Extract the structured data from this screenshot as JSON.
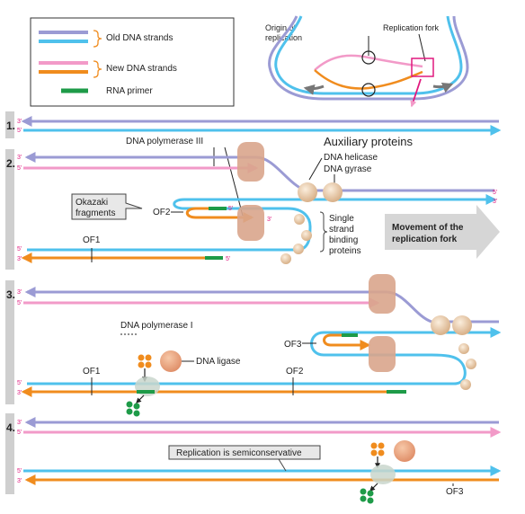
{
  "colors": {
    "old_strand": "#9b9bd4",
    "new_strand_pink": "#f29ac8",
    "new_strand_orange": "#f08c1e",
    "template_cyan": "#4fc1ec",
    "primer": "#1e9b48",
    "polymerase": "#d9a58c",
    "auxiliary": "#e8cfb0",
    "magenta": "#e0187e"
  },
  "legend": {
    "old": "Old DNA strands",
    "new": "New DNA strands",
    "primer": "RNA primer"
  },
  "overview": {
    "origin": [
      "Origin of",
      "replication"
    ],
    "fork": "Replication fork"
  },
  "steps": [
    "1.",
    "2.",
    "3.",
    "4."
  ],
  "ends": {
    "three": "3'",
    "five": "5'"
  },
  "step2": {
    "pol3": "DNA polymerase III",
    "auxiliary": "Auxiliary proteins",
    "helicase": "DNA helicase",
    "gyrase": "DNA gyrase",
    "okazaki": [
      "Okazaki",
      "fragments"
    ],
    "of2": "OF2",
    "of1": "OF1",
    "ssb": [
      "Single",
      "strand",
      "binding",
      "proteins"
    ],
    "movement": [
      "Movement of the",
      "replication fork"
    ]
  },
  "step3": {
    "pol1": "DNA polymerase I",
    "ligase": "DNA ligase",
    "of1": "OF1",
    "of2": "OF2",
    "of3": "OF3"
  },
  "step4": {
    "semi": "Replication is semiconservative",
    "of3": "OF3"
  }
}
